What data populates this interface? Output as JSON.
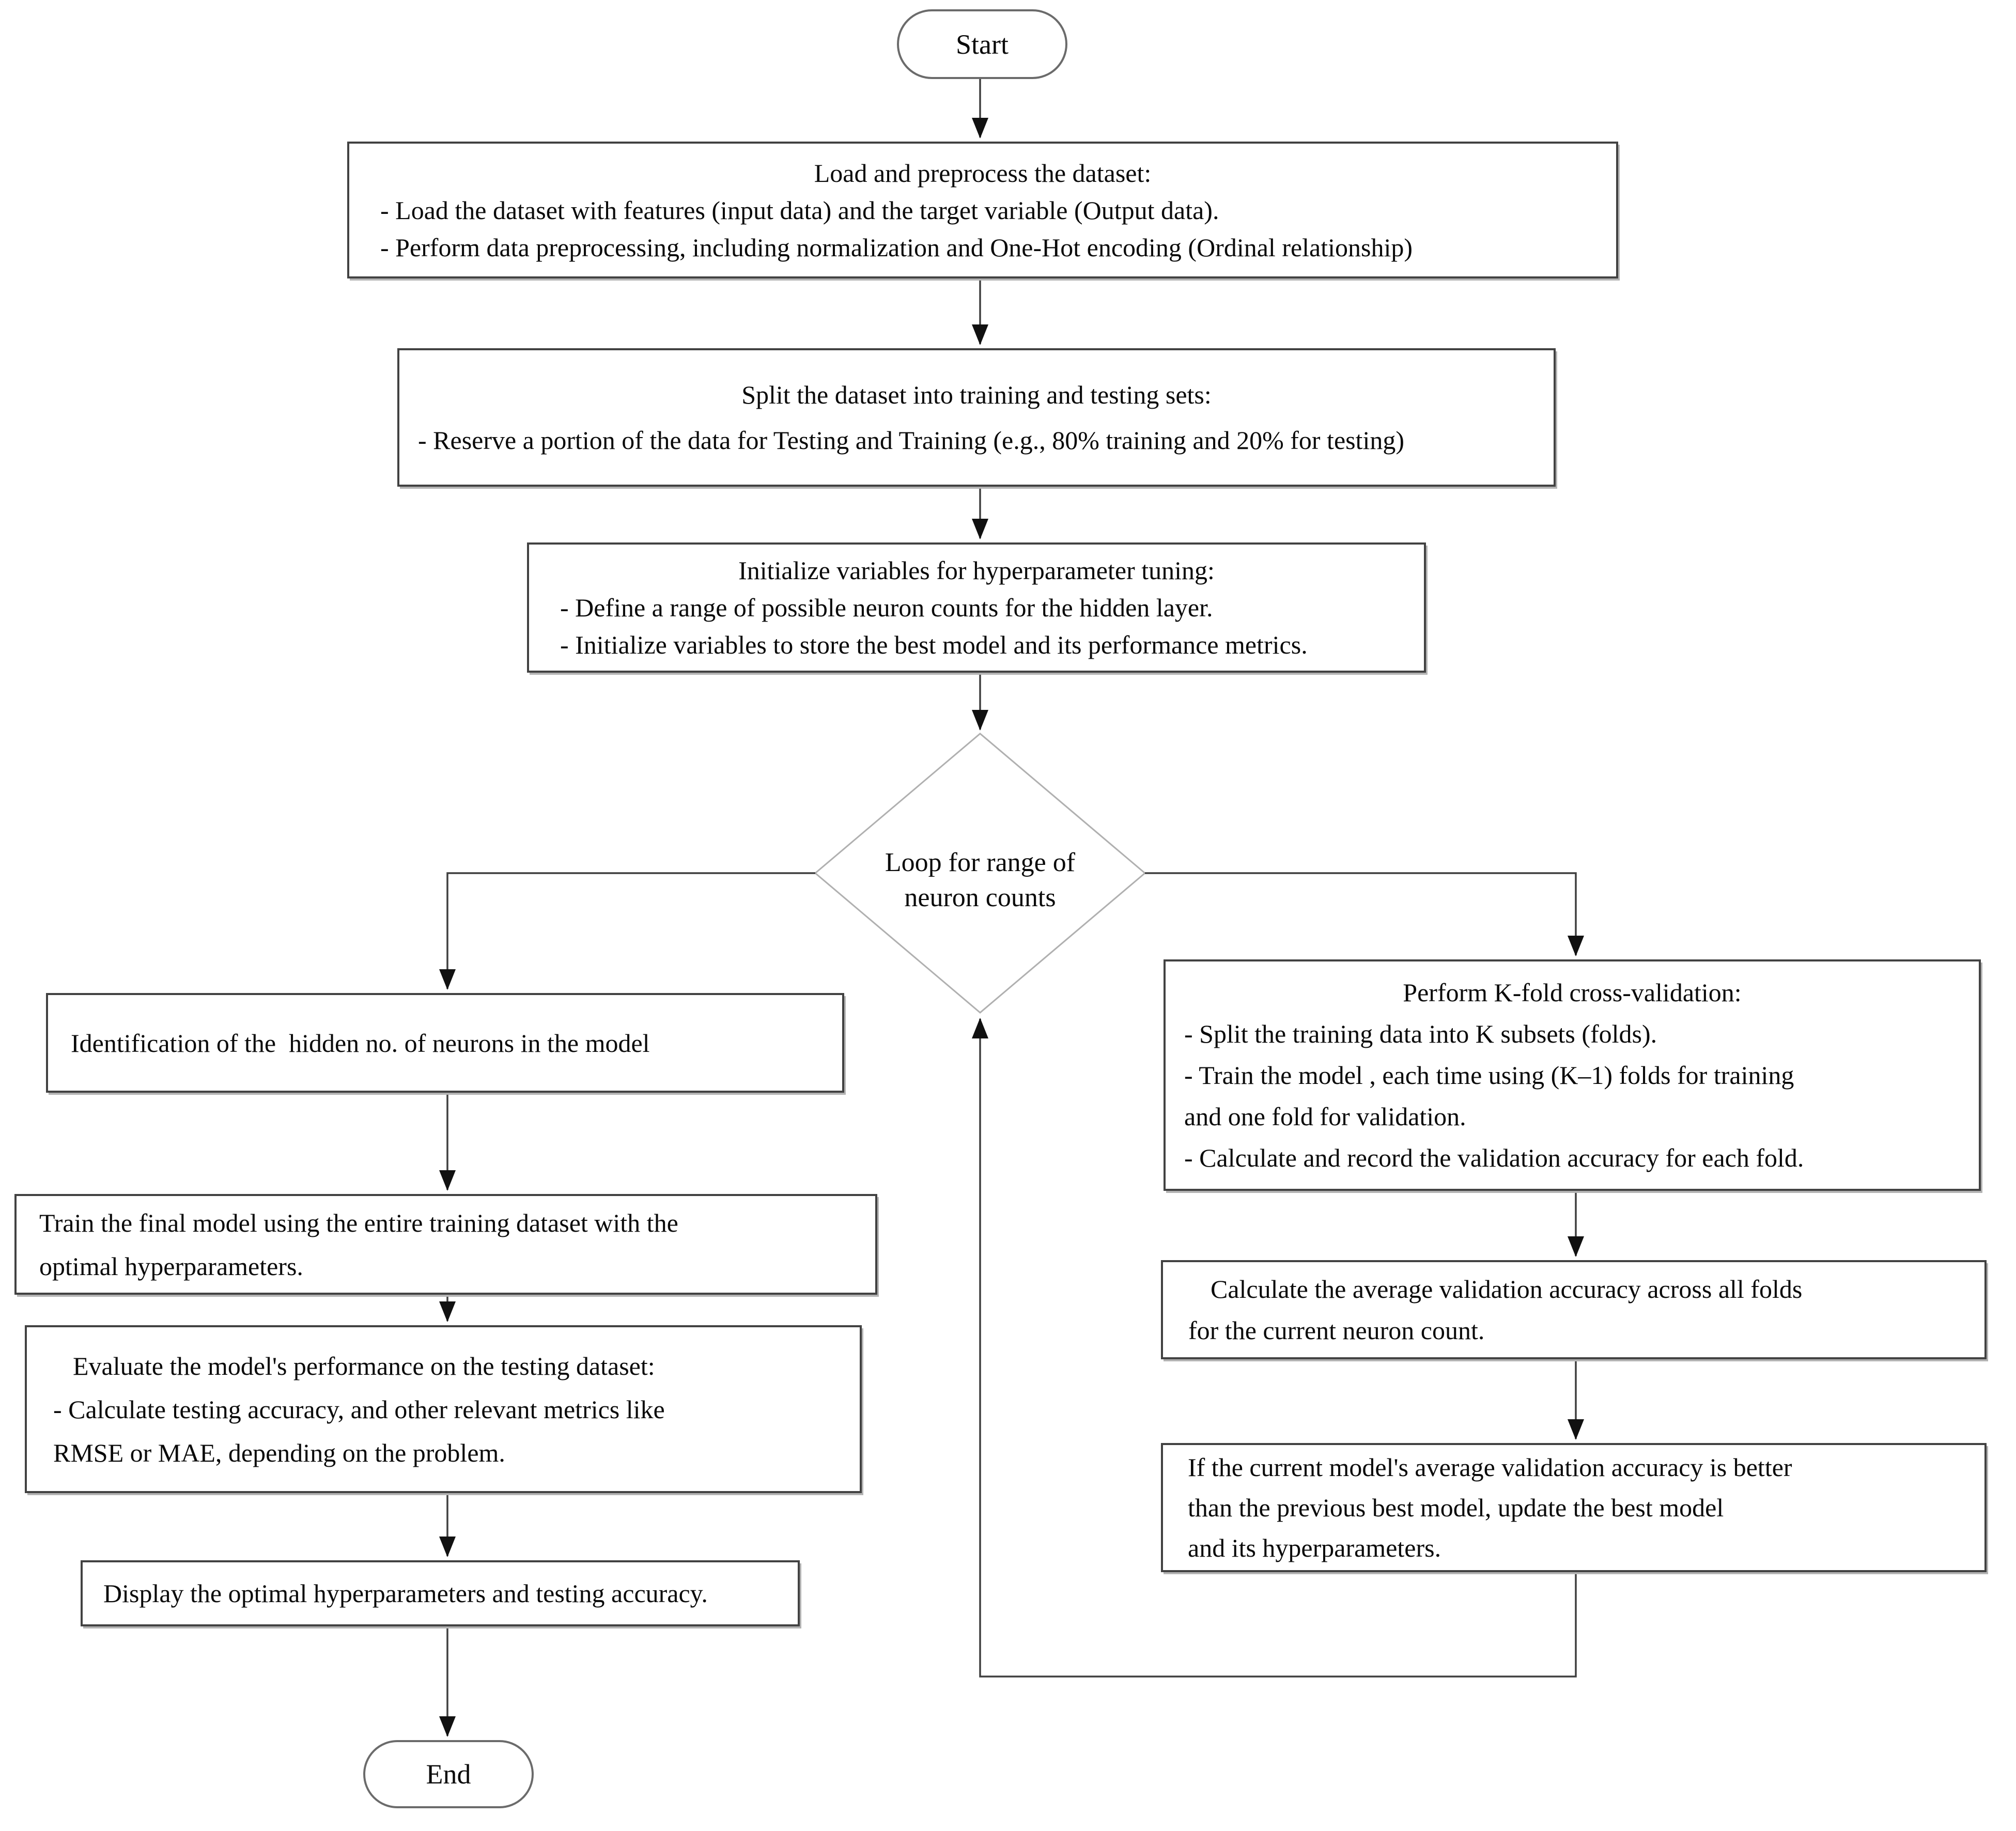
{
  "figure": {
    "type": "flowchart",
    "nodes": {
      "start": {
        "label": "Start"
      },
      "load": {
        "title": "Load and preprocess the dataset:",
        "lines": [
          "- Load the dataset with features (input data) and the target variable (Output data).",
          "- Perform data preprocessing, including normalization and One-Hot encoding (Ordinal relationship)"
        ]
      },
      "split": {
        "title": "Split the dataset into training and testing sets:",
        "lines": [
          "- Reserve a portion of the data for Testing and Training (e.g., 80% training and 20% for testing)"
        ]
      },
      "init": {
        "title": "Initialize variables for hyperparameter tuning:",
        "lines": [
          "- Define a range of possible neuron counts for the hidden layer.",
          "- Initialize variables to store the best model and its performance metrics."
        ]
      },
      "loop_decision": {
        "lines": [
          "Loop for range of",
          "neuron counts"
        ]
      },
      "identify": {
        "lines": [
          "Identification of the  hidden no. of neurons in the model"
        ]
      },
      "train_final": {
        "lines": [
          "Train the final model using the entire training dataset with the",
          "optimal hyperparameters."
        ]
      },
      "evaluate": {
        "title": "Evaluate the model's performance on the testing dataset:",
        "lines": [
          "- Calculate testing accuracy, and other relevant metrics like",
          "RMSE or MAE, depending on the problem."
        ]
      },
      "display": {
        "lines": [
          "Display the optimal hyperparameters and testing accuracy."
        ]
      },
      "end": {
        "label": "End"
      },
      "kfold": {
        "title": "Perform K-fold cross-validation:",
        "lines": [
          "- Split the training data into K subsets (folds).",
          "- Train the model , each time using (K–1) folds for training",
          "and one fold for validation.",
          "- Calculate and record the validation accuracy for each fold."
        ]
      },
      "avg": {
        "lines": [
          "Calculate the average validation accuracy across all folds",
          "for the current neuron count."
        ]
      },
      "update_best": {
        "lines": [
          "If the current model's average validation accuracy is better",
          "than the previous best model, update the best model",
          "and its hyperparameters."
        ]
      }
    },
    "colors": {
      "background": "#ffffff",
      "box_border": "#424242",
      "box_shadow": "#b3b3b3",
      "pill_border": "#6b6b6b",
      "diamond_border": "#b0b0b0",
      "connector": "#3f3f3f",
      "text": "#0a0a0a"
    }
  }
}
